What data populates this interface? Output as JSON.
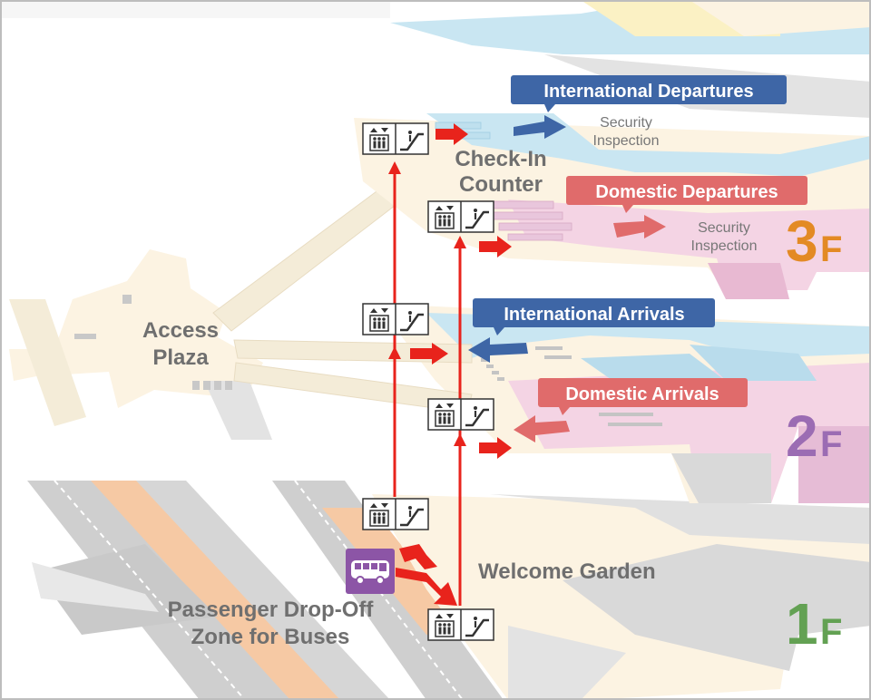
{
  "places": {
    "check_in": [
      "Check-In",
      "Counter"
    ],
    "access_plaza": [
      "Access",
      "Plaza"
    ],
    "welcome_garden": "Welcome Garden",
    "bus_zone": [
      "Passenger Drop-Off",
      "Zone for Buses"
    ]
  },
  "security": {
    "intl": [
      "Security",
      "Inspection"
    ],
    "dom": [
      "Security",
      "Inspection"
    ]
  },
  "badges": {
    "intl_departures": "International Departures",
    "dom_departures": "Domestic Departures",
    "intl_arrivals": "International Arrivals",
    "dom_arrivals": "Domestic Arrivals"
  },
  "floors": [
    {
      "num": "3",
      "suffix": "F",
      "color": "#e38a24"
    },
    {
      "num": "2",
      "suffix": "F",
      "color": "#9b6cb3"
    },
    {
      "num": "1",
      "suffix": "F",
      "color": "#63a153"
    }
  ],
  "colors": {
    "international": "#3e66a6",
    "domestic": "#e06b6b",
    "route": "#e8231c",
    "bus": "#8c55a6",
    "intl_zone": "#c9e6f2",
    "dom_zone": "#f4d4e4",
    "floor": "#fcf3e2",
    "road": "#c8c8c8",
    "lane": "#f6c9a4"
  },
  "icons": [
    "elevator-icon",
    "escalator-icon",
    "bus-icon",
    "arrow-icon"
  ]
}
